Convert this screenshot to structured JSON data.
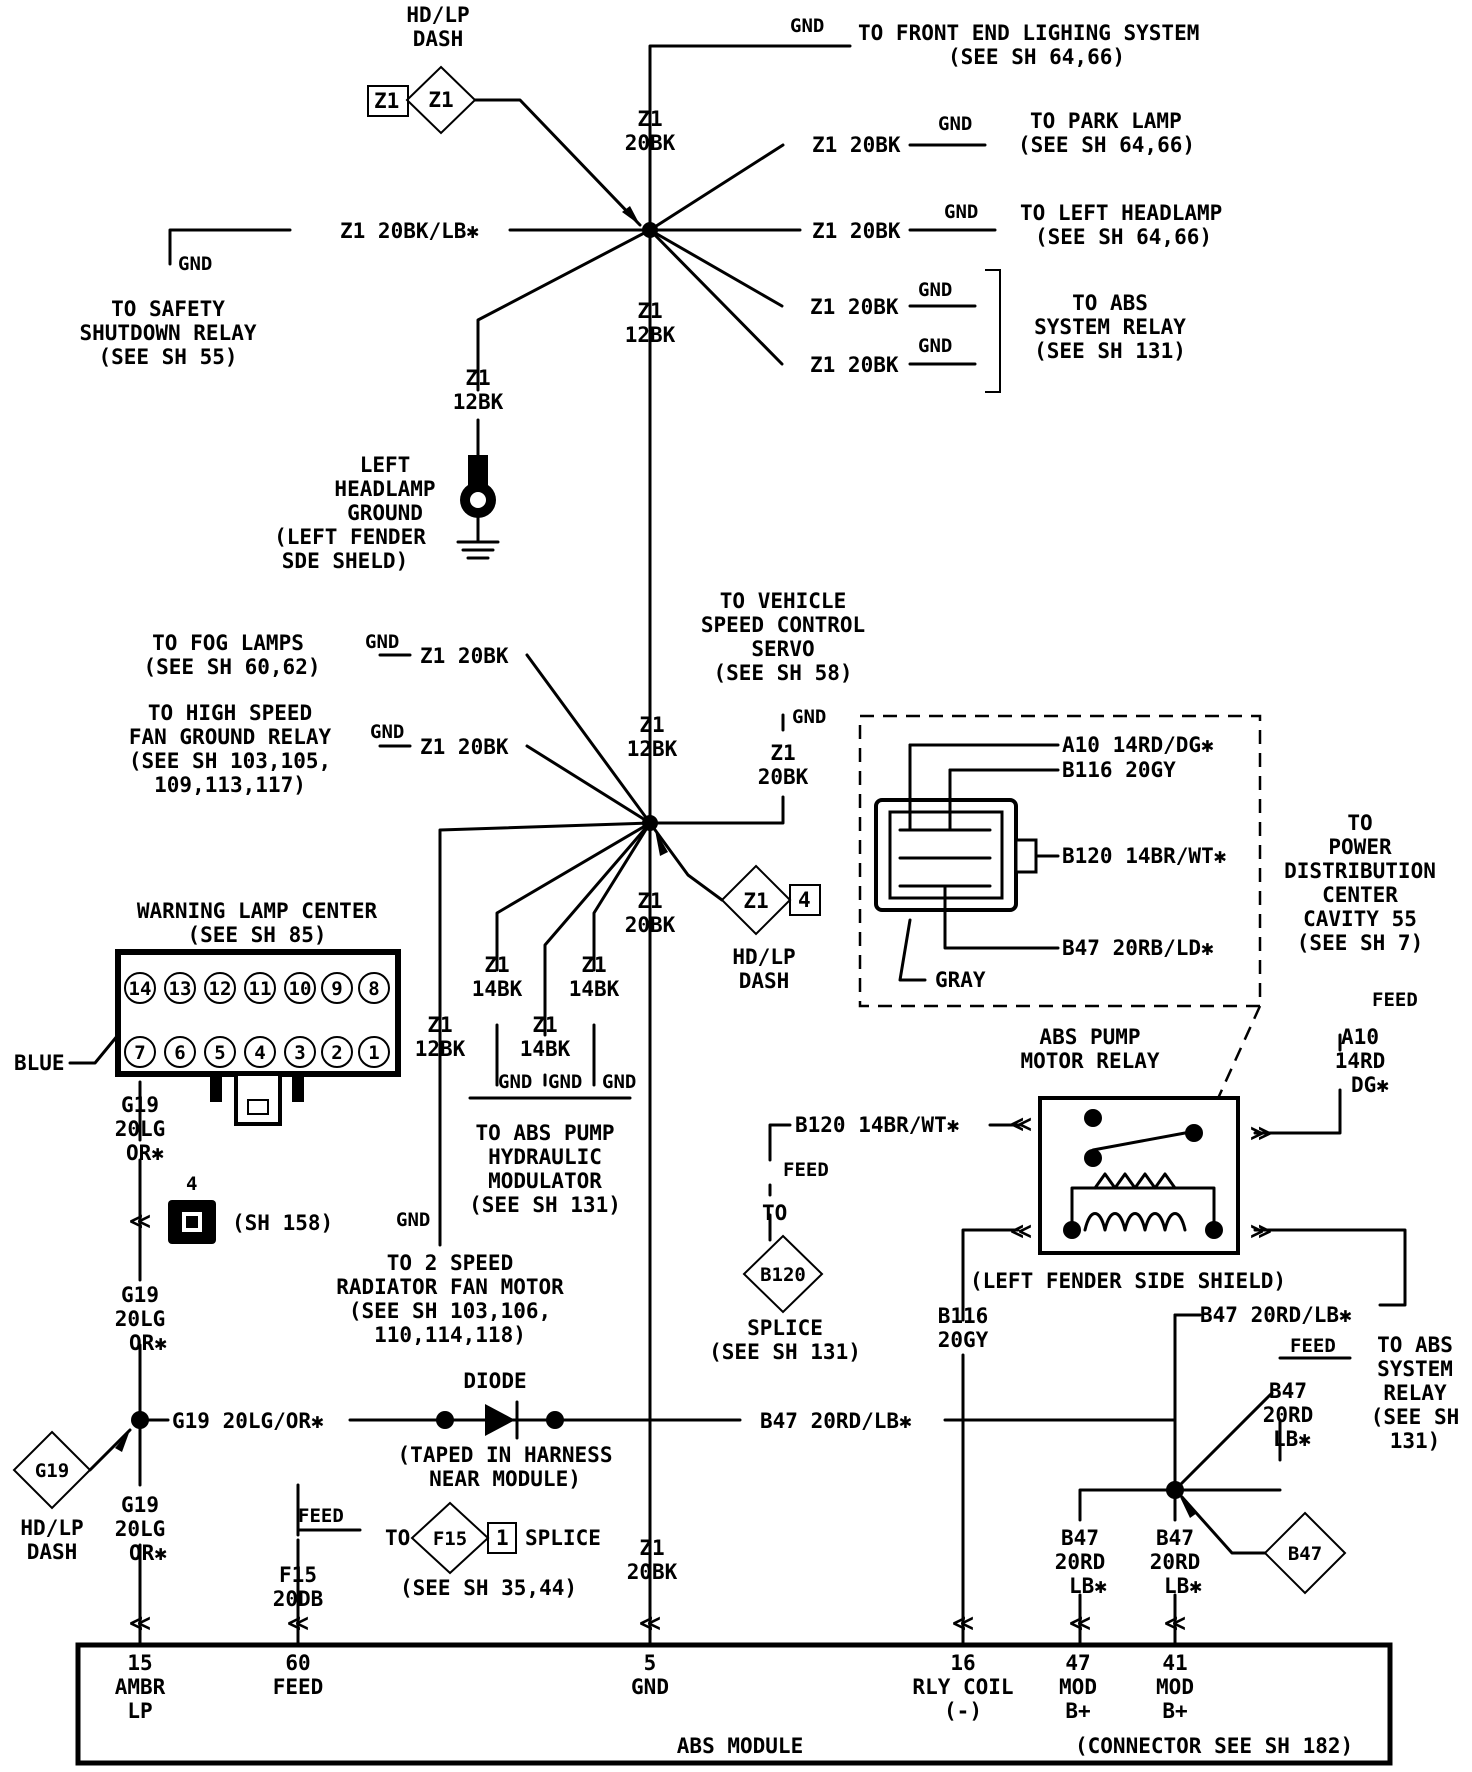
{
  "labels": {
    "hd_lp_dash_top": [
      "HD/LP",
      "DASH"
    ],
    "z1_box_top": "Z1",
    "z1_diamond_top": "Z1",
    "gnd_front": "GND",
    "front_end": [
      "TO FRONT END LIGHING SYSTEM",
      "(SEE SH 64,66)"
    ],
    "z1_20bk_vert": [
      "Z1",
      "20BK"
    ],
    "park_wire": "Z1 20BK",
    "gnd_park": "GND",
    "park_lamp": [
      "TO PARK LAMP",
      "(SEE SH 64,66)"
    ],
    "lhead_wire": "Z1 20BK",
    "gnd_lhead": "GND",
    "left_headlamp": [
      "TO LEFT HEADLAMP",
      "(SEE SH 64,66)"
    ],
    "abs1_wire": "Z1 20BK",
    "abs2_wire": "Z1 20BK",
    "gnd_abs1": "GND",
    "gnd_abs2": "GND",
    "abs_relay": [
      "TO ABS",
      "SYSTEM RELAY",
      "(SEE SH 131)"
    ],
    "safety_wire": "Z1 20BK/LB✱",
    "gnd_safety": "GND",
    "safety_relay": [
      "TO SAFETY",
      "SHUTDOWN RELAY",
      "(SEE SH 55)"
    ],
    "z1_12bk_upper": [
      "Z1",
      "12BK"
    ],
    "z1_12bk_left": [
      "Z1",
      "12BK"
    ],
    "left_headlamp_ground": [
      "LEFT",
      "HEADLAMP",
      "GROUND",
      "(LEFT FENDER",
      "SDE SHELD)"
    ],
    "fog_lamps": [
      "TO FOG LAMPS",
      "(SEE SH 60,62)"
    ],
    "gnd_fog": "GND",
    "fog_wire": "Z1 20BK",
    "fan_relay": [
      "TO HIGH SPEED",
      "FAN GROUND RELAY",
      "(SEE SH 103,105,",
      "109,113,117)"
    ],
    "gnd_fan": "GND",
    "fan_wire": "Z1 20BK",
    "z1_12bk_mid": [
      "Z1",
      "12BK"
    ],
    "speed_control": [
      "TO VEHICLE",
      "SPEED CONTROL",
      "SERVO",
      "(SEE SH 58)"
    ],
    "gnd_speed": "GND",
    "z1_20bk_speed": [
      "Z1",
      "20BK"
    ],
    "z1_diamond_mid": "Z1",
    "z1_box_mid": "4",
    "hd_lp_dash_mid": [
      "HD/LP",
      "DASH"
    ],
    "z1_20bk_lower": [
      "Z1",
      "20BK"
    ],
    "z1_14bk_a": [
      "Z1",
      "14BK"
    ],
    "z1_14bk_b": [
      "Z1",
      "14BK"
    ],
    "z1_14bk_c": [
      "Z1",
      "14BK"
    ],
    "z1_12bk_fan": [
      "Z1",
      "12BK"
    ],
    "gnd_pump": [
      "GND",
      "GND",
      "GND"
    ],
    "abs_pump_modulator": [
      "TO ABS PUMP",
      "HYDRAULIC",
      "MODULATOR",
      "(SEE SH 131)"
    ],
    "gnd_radfan": "GND",
    "radiator_fan": [
      "TO 2 SPEED",
      "RADIATOR FAN MOTOR",
      "(SEE SH 103,106,",
      "110,114,118)"
    ],
    "warning_lamp": [
      "WARNING LAMP CENTER",
      "(SEE SH 85)"
    ],
    "pins_top": [
      "14",
      "13",
      "12",
      "11",
      "10",
      "9",
      "8"
    ],
    "pins_bottom": [
      "7",
      "6",
      "5",
      "4",
      "3",
      "2",
      "1"
    ],
    "blue": "BLUE",
    "g19_a": [
      "G19",
      "20LG",
      "OR✱"
    ],
    "conn_4": "4",
    "sh158": "(SH 158)",
    "g19_b": [
      "G19",
      "20LG",
      "OR✱"
    ],
    "g19_wire": "G19 20LG/OR✱",
    "g19_diamond": "G19",
    "hd_lp_dash_g19": [
      "HD/LP",
      "DASH"
    ],
    "g19_c": [
      "G19",
      "20LG",
      "OR✱"
    ],
    "diode": "DIODE",
    "taped": [
      "(TAPED IN HARNESS",
      "NEAR MODULE)"
    ],
    "b47_wire": "B47 20RD/LB✱",
    "feed_f15": "FEED",
    "f15_20db": [
      "F15",
      "20DB"
    ],
    "to_f15": "TO",
    "f15_diamond": "F15",
    "f15_box": "1",
    "f15_splice": "SPLICE",
    "f15_see": "(SEE SH 35,44)",
    "z1_20bk_bottom": [
      "Z1",
      "20BK"
    ],
    "a10": "A10 14RD/DG✱",
    "b116": "B116 20GY",
    "b120_conn": "B120 14BR/WT✱",
    "b47_conn": "B47 20RB/LD✱",
    "gray": "GRAY",
    "power_dist": [
      "TO",
      "POWER",
      "DISTRIBUTION",
      "CENTER",
      "CAVITY 55",
      "(SEE SH 7)"
    ],
    "feed_a10": "FEED",
    "a10_vert": [
      "A10",
      "14RD",
      "DG✱"
    ],
    "abs_pump_relay": [
      "ABS PUMP",
      "MOTOR RELAY"
    ],
    "b120_relay": "B120 14BR/WT✱",
    "feed_b120": "FEED",
    "to_b120": "TO",
    "b120_diamond": "B120",
    "b120_splice": [
      "SPLICE",
      "(SEE SH 131)"
    ],
    "left_fender_shield": "(LEFT FENDER SIDE SHIELD)",
    "b116_vert": [
      "B116",
      "20GY"
    ],
    "b47_relay": "B47 20RD/LB✱",
    "feed_abs_sys": "FEED",
    "abs_sys_relay2": [
      "TO ABS",
      "SYSTEM",
      "RELAY",
      "(SEE SH",
      "131)"
    ],
    "b47_vert_r": [
      "B47",
      "20RD",
      "LB✱"
    ],
    "b47_47": [
      "B47",
      "20RD",
      "LB✱"
    ],
    "b47_41": [
      "B47",
      "20RD",
      "LB✱"
    ],
    "b47_diamond": "B47",
    "abs_module": "ABS MODULE",
    "connector": "(CONNECTOR SEE SH 182)",
    "pin15": [
      "15",
      "AMBR",
      "LP"
    ],
    "pin60": [
      "60",
      "FEED"
    ],
    "pin5": [
      "5",
      "GND"
    ],
    "pin16": [
      "16",
      "RLY COIL",
      "(-)"
    ],
    "pin47": [
      "47",
      "MOD",
      "B+"
    ],
    "pin41": [
      "41",
      "MOD",
      "B+"
    ]
  }
}
